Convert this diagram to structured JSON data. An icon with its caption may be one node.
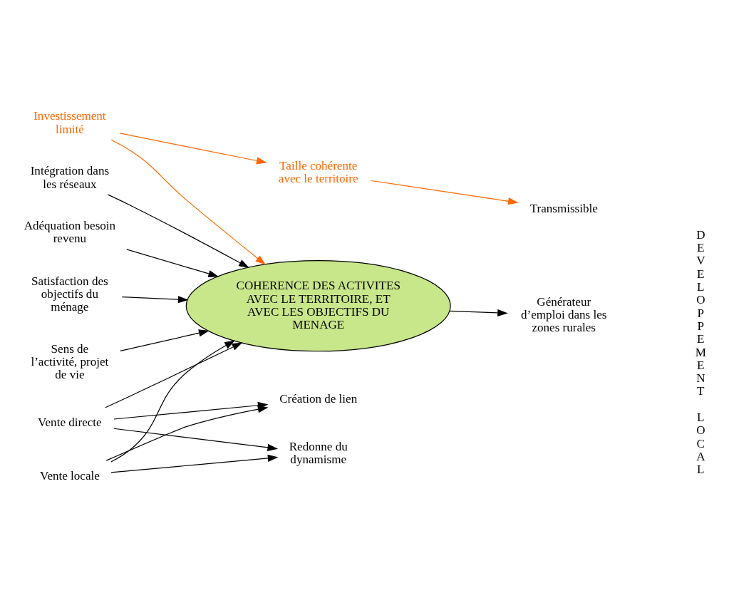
{
  "diagram": {
    "nodes": [
      {
        "text": [
          "Investissement limité"
        ]
      },
      {
        "text": [
          "Taille cohérente avec le territoire"
        ]
      },
      {
        "text": [
          "Transmissible"
        ]
      },
      {
        "text": [
          "Adéquation besoin revenu"
        ]
      },
      {
        "text": [
          "Satisfaction des objectifs du ménage"
        ]
      },
      {
        "text": [
          "COHERENCE DES ACTIVITES AVEC LE TERRITOIRE, ET AVEC LES OBJECTIFS DU MENAGE"
        ]
      },
      {
        "text": [
          "Sens de l’activité, projet de vie"
        ]
      },
      {
        "text": [
          "Générateur d’emploi dans les zones rurales"
        ]
      },
      {
        "text": [
          "Intégration dans les réseaux"
        ]
      },
      {
        "text": [
          "Vente locale"
        ]
      },
      {
        "text": [
          "Vente directe"
        ]
      },
      {
        "text": [
          "Création de lien"
        ]
      },
      {
        "text": [
          "Redonne du dynamisme"
        ]
      }
    ],
    "edges": [
      {
        "from": 0,
        "to": 1,
        "arrow": "to",
        "color": "#ff6600"
      },
      {
        "from": 1,
        "to": 2,
        "arrow": "to",
        "color": "#ff6600"
      },
      {
        "from": 0,
        "to": 5,
        "arrow": "to",
        "color": "#ff6600"
      },
      {
        "from": 3,
        "to": 5,
        "arrow": "to"
      },
      {
        "from": 4,
        "to": 5,
        "arrow": "to"
      },
      {
        "from": 6,
        "to": 5,
        "arrow": "to"
      },
      {
        "from": 10,
        "to": 5,
        "arrow": "to"
      },
      {
        "from": 8,
        "to": 5,
        "arrow": "to"
      },
      {
        "from": 9,
        "to": 5,
        "arrow": "to"
      },
      {
        "from": 5,
        "to": 7,
        "arrow": "to"
      },
      {
        "from": 10,
        "to": 11,
        "arrow": "to"
      },
      {
        "from": 10,
        "to": 12,
        "arrow": "to"
      },
      {
        "from": 9,
        "to": 11,
        "arrow": "to"
      },
      {
        "from": 9,
        "to": 12,
        "arrow": "to"
      }
    ],
    "labels": [
      "DEVELOPPEMENT LOCAL"
    ]
  }
}
